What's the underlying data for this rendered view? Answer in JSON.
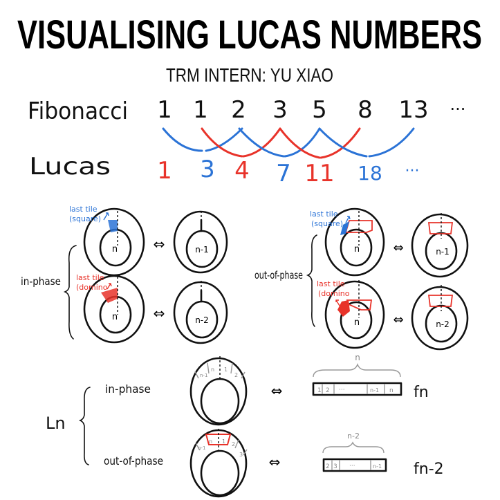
{
  "title": "VISUALISING LUCAS NUMBERS",
  "subtitle": "TRM INTERN: YU XIAO",
  "sequences": {
    "fibonacci_label": "Fibonacci",
    "fibonacci": [
      "1",
      "1",
      "2",
      "3",
      "5",
      "8",
      "13",
      "···"
    ],
    "lucas_label": "Lucas",
    "lucas": [
      "1",
      "3",
      "4",
      "7",
      "11",
      "18",
      "···"
    ]
  },
  "colors": {
    "red": "#e8332a",
    "blue": "#2b73d6",
    "ink": "#111111",
    "grey": "#9a9a9a"
  },
  "middle": {
    "in_phase_label": "in-phase",
    "out_of_phase_label": "out-of-phase",
    "last_tile_square": [
      "last tile",
      "(square)"
    ],
    "last_tile_domino": [
      "last tile",
      "(domino"
    ],
    "n": "n",
    "n_minus_1": "n-1",
    "n_minus_2": "n-2",
    "equiv": "⇔"
  },
  "bottom": {
    "ln_label": "Ln",
    "in_phase_label": "in-phase",
    "out_of_phase_label": "out-of-phase",
    "ring1_tiles": [
      "n-1",
      "n",
      "1",
      "2"
    ],
    "ring2_tiles": [
      "n-1",
      "n",
      "1",
      "2",
      "3"
    ],
    "strip1_cells": [
      "1",
      "2",
      "···",
      "n-1",
      "n"
    ],
    "strip1_brace": "n",
    "strip2_cells": [
      "2",
      "3",
      "···",
      "n-1"
    ],
    "strip2_brace": "n-2",
    "f1": "fn",
    "f2": "fn-2",
    "equiv": "⇔"
  }
}
